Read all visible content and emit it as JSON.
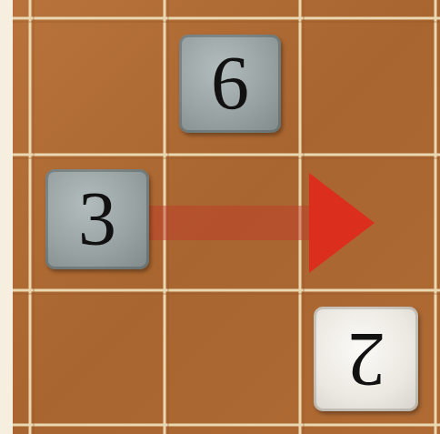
{
  "diagram": {
    "nodes": [
      {
        "text": [
          "6"
        ]
      },
      {
        "text": [
          "3"
        ]
      },
      {
        "text": [
          "2"
        ]
      }
    ]
  }
}
